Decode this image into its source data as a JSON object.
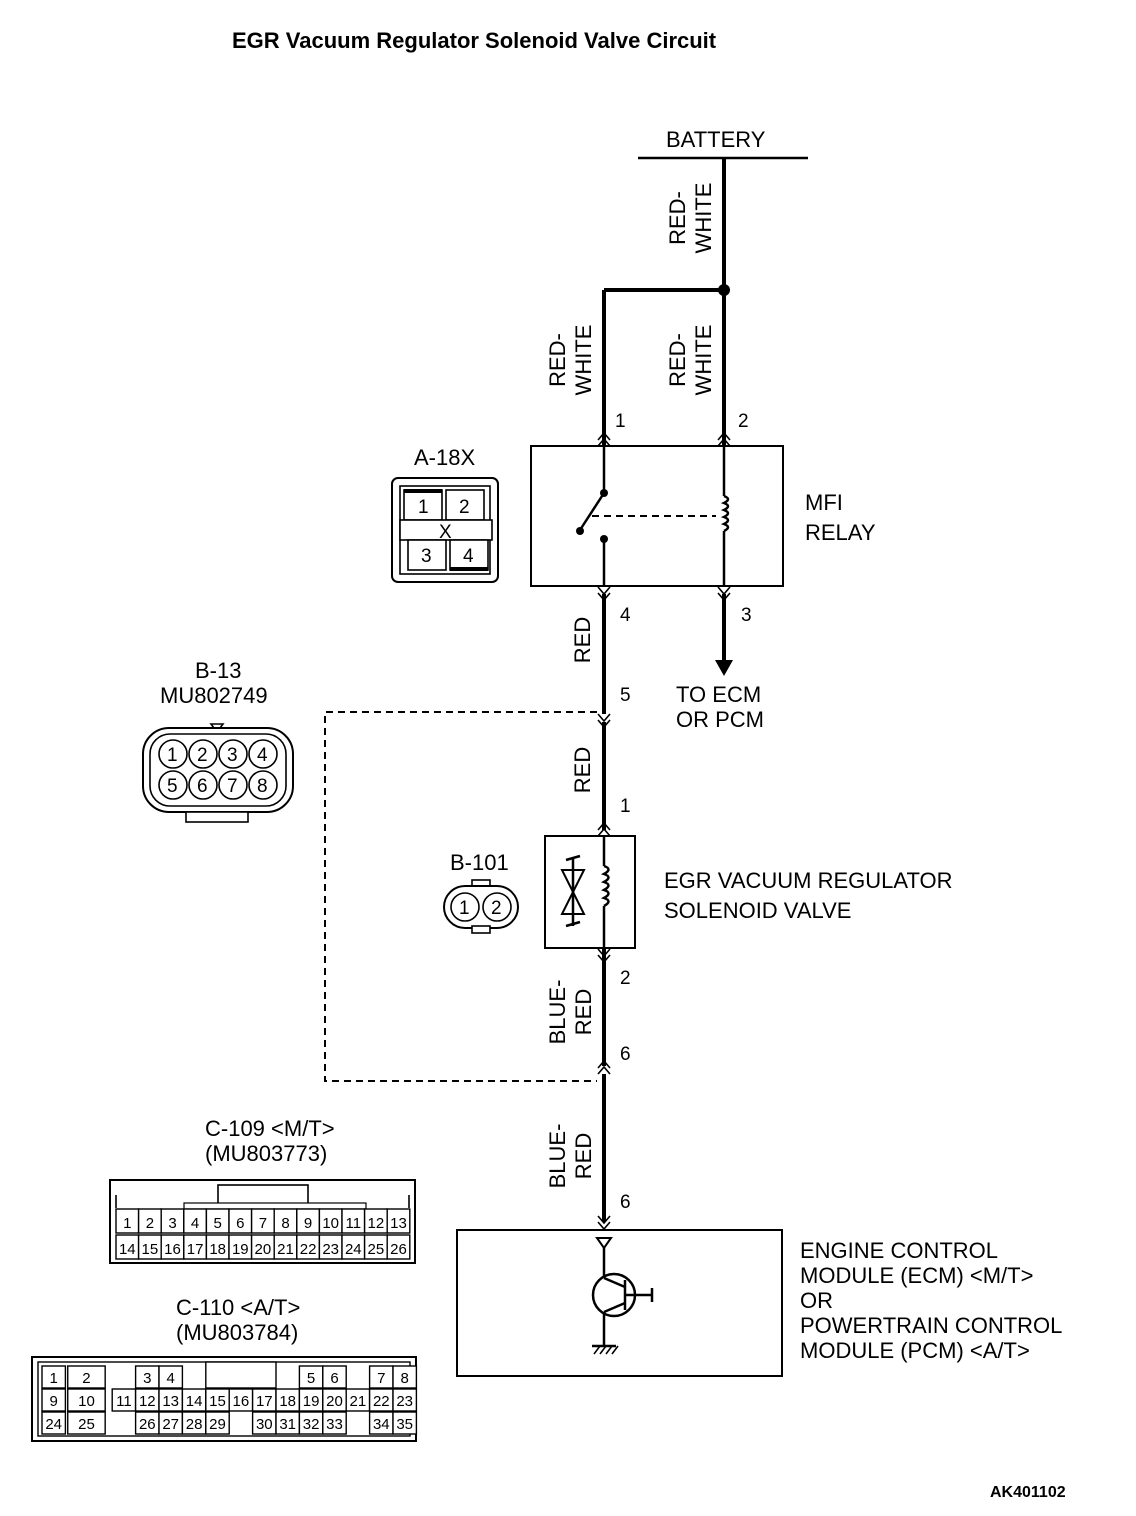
{
  "title": "EGR Vacuum Regulator Solenoid Valve Circuit",
  "drawing_code": "AK401102",
  "battery": {
    "label": "BATTERY"
  },
  "wires": {
    "battery_feed": [
      "RED-",
      "WHITE"
    ],
    "relay_pin1": [
      "RED-",
      "WHITE"
    ],
    "relay_pin2": [
      "RED-",
      "WHITE"
    ],
    "relay_to_junction": "RED",
    "junction_to_valve": "RED",
    "valve_to_junction": [
      "BLUE-",
      "RED"
    ],
    "junction_to_ecm": [
      "BLUE-",
      "RED"
    ]
  },
  "mfi_relay": {
    "name": [
      "MFI",
      "RELAY"
    ],
    "pins": [
      "1",
      "2",
      "3",
      "4"
    ],
    "to_ecm": [
      "TO ECM",
      "OR PCM"
    ]
  },
  "connectors": {
    "a18x": {
      "name": "A-18X",
      "pins": [
        "1",
        "2",
        "3",
        "4"
      ],
      "mark": "X"
    },
    "b13": {
      "name": "B-13",
      "part": "MU802749",
      "pins": [
        "1",
        "2",
        "3",
        "4",
        "5",
        "6",
        "7",
        "8"
      ]
    },
    "b101": {
      "name": "B-101",
      "pins": [
        "1",
        "2"
      ]
    },
    "c109": {
      "name": "C-109 <M/T>",
      "part": "(MU803773)",
      "row1": [
        "1",
        "2",
        "3",
        "4",
        "5",
        "6",
        "7",
        "8",
        "9",
        "10",
        "11",
        "12",
        "13"
      ],
      "row2": [
        "14",
        "15",
        "16",
        "17",
        "18",
        "19",
        "20",
        "21",
        "22",
        "23",
        "24",
        "25",
        "26"
      ]
    },
    "c110": {
      "name": "C-110 <A/T>",
      "part": "(MU803784)",
      "row1": [
        "1",
        "2",
        "3",
        "4",
        "5",
        "6",
        "7",
        "8"
      ],
      "row2": [
        "9",
        "10",
        "11",
        "12",
        "13",
        "14",
        "15",
        "16",
        "17",
        "18",
        "19",
        "20",
        "21",
        "22",
        "23"
      ],
      "row3": [
        "24",
        "25",
        "26",
        "27",
        "28",
        "29",
        "30",
        "31",
        "32",
        "33",
        "34",
        "35"
      ]
    }
  },
  "junction": {
    "pins": [
      "5",
      "6"
    ]
  },
  "valve": {
    "name": [
      "EGR VACUUM REGULATOR",
      "SOLENOID VALVE"
    ],
    "pins": [
      "1",
      "2"
    ]
  },
  "ecm": {
    "name": [
      "ENGINE CONTROL",
      "MODULE (ECM) <M/T>",
      "OR",
      "POWERTRAIN CONTROL",
      "MODULE (PCM) <A/T>"
    ],
    "pin": "6"
  }
}
